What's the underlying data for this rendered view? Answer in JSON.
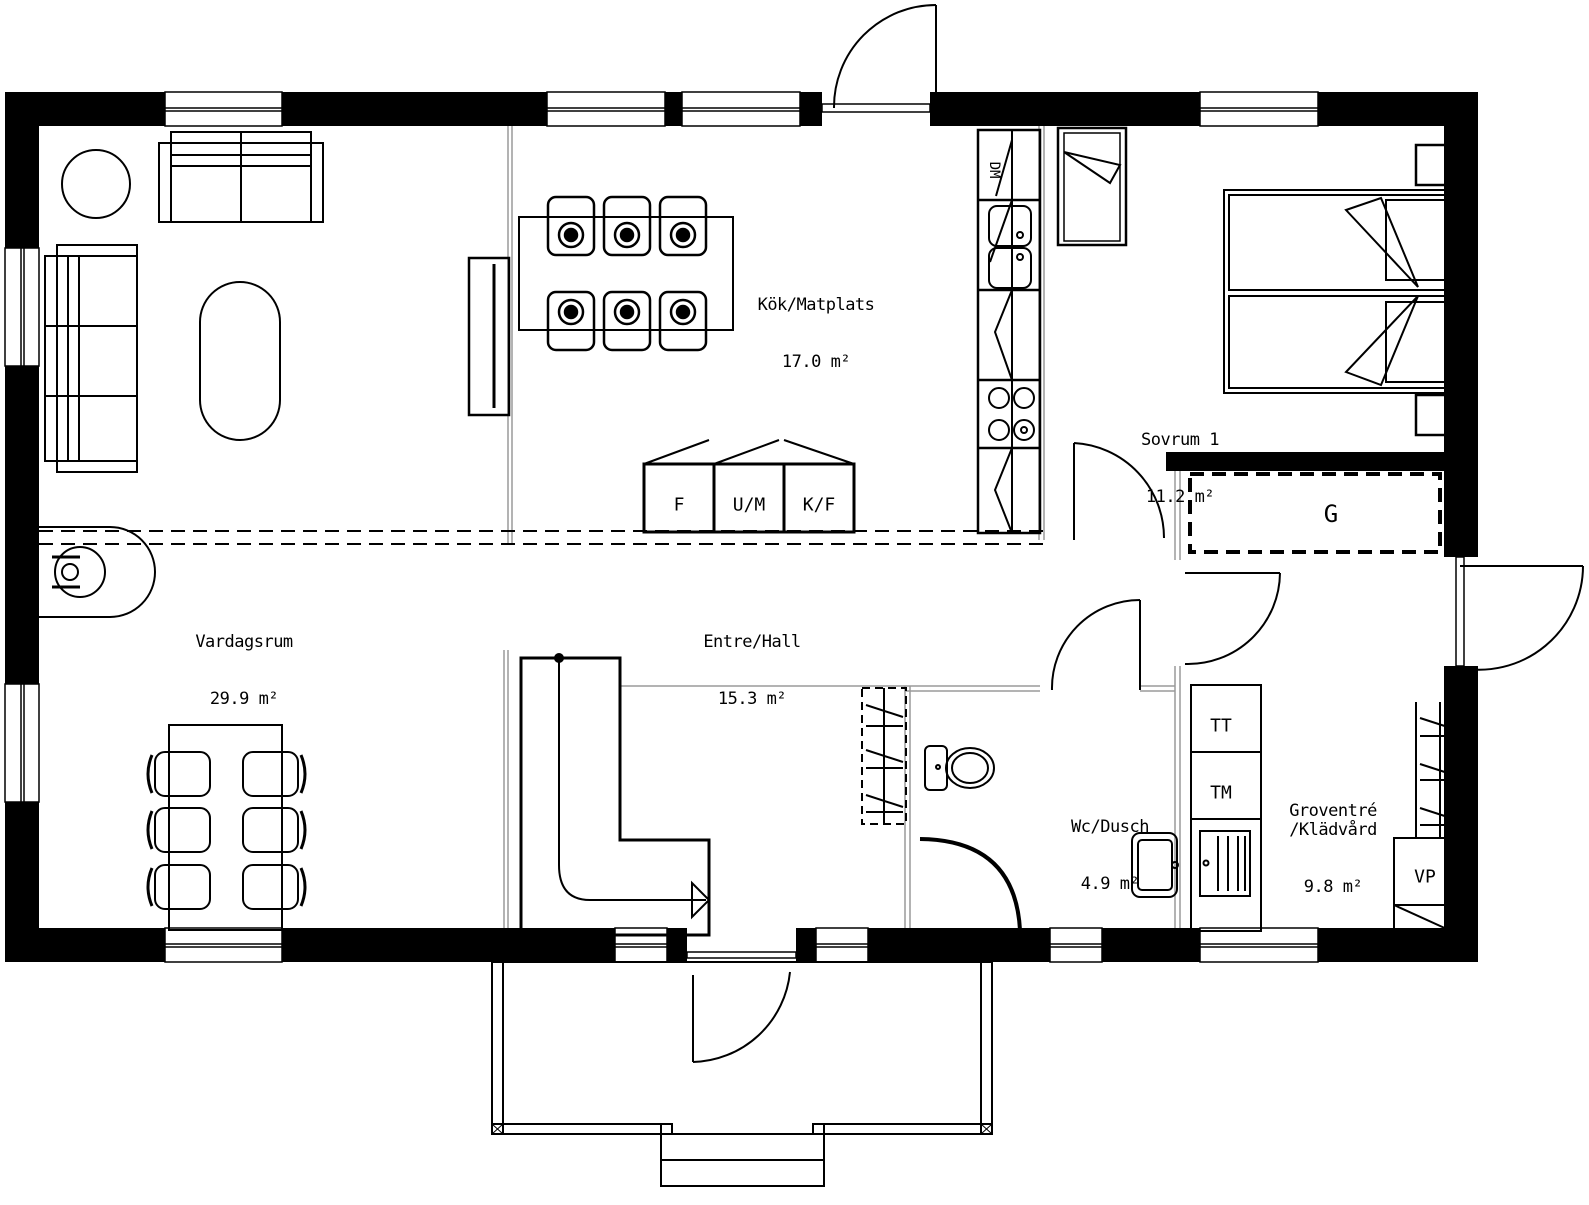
{
  "plan": {
    "colors": {
      "wall": "#000000",
      "background": "#ffffff",
      "partition": "#9a9a9a"
    },
    "rooms": [
      {
        "id": "vardagsrum",
        "name": "Vardagsrum",
        "area": "29.9",
        "unit": "m²"
      },
      {
        "id": "kok",
        "name": "Kök/Matplats",
        "area": "17.0",
        "unit": "m²"
      },
      {
        "id": "entre",
        "name": "Entre/Hall",
        "area": "15.3",
        "unit": "m²"
      },
      {
        "id": "sovrum1",
        "name": "Sovrum 1",
        "area": "11.2",
        "unit": "m²"
      },
      {
        "id": "wc",
        "name": "Wc/Dusch",
        "area": "4.9",
        "unit": "m²"
      },
      {
        "id": "groventre",
        "name": "Groventré\n/Klädvård",
        "area": "9.8",
        "unit": "m²"
      }
    ],
    "fixtures": {
      "fridge": "F",
      "oven_micro": "U/M",
      "fridge_freezer": "K/F",
      "dishwasher": "DM",
      "wardrobe": "G",
      "dryer": "TT",
      "washer": "TM",
      "heat_pump": "VP"
    }
  }
}
